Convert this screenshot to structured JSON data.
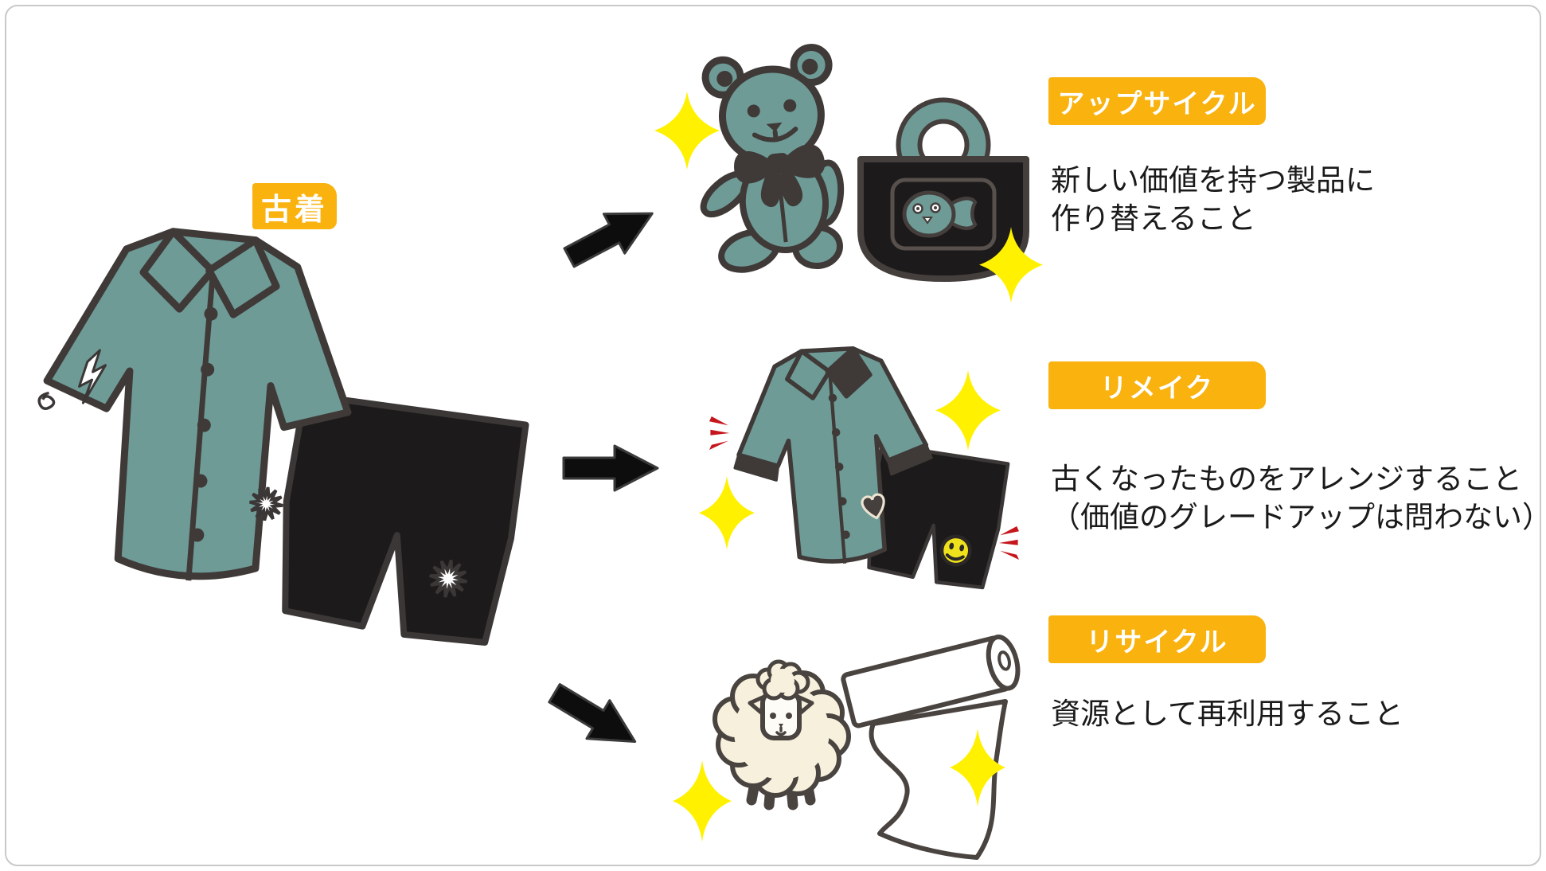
{
  "canvas": {
    "background": "#ffffff",
    "frame_border": "#c9c9c9"
  },
  "colors": {
    "accent": "#F9B20E",
    "teal": "#6F9B97",
    "outline": "#3F3A38",
    "fabric-black": "#1C1A1A",
    "sparkle": "#FFF100",
    "emphasis-red": "#C4161C",
    "cream": "#F7F0DC",
    "smiley-yellow": "#EFE11B",
    "text": "#1A1A1A"
  },
  "source": {
    "label": "古着",
    "items": [
      "old-shirt",
      "old-shorts"
    ]
  },
  "sections": {
    "upcycle": {
      "label": "アップサイクル",
      "desc_lines": [
        "新しい価値を持つ製品に",
        "作り替えること"
      ],
      "items": [
        "teddy-bear",
        "tote-bag"
      ]
    },
    "remake": {
      "label": "リメイク",
      "desc_lines": [
        "古くなったものをアレンジすること",
        "（価値のグレードアップは問わない）"
      ],
      "items": [
        "remade-shirt",
        "remade-shorts"
      ]
    },
    "recycle": {
      "label": "リサイクル",
      "desc_lines": [
        "資源として再利用すること"
      ],
      "items": [
        "sheep",
        "fabric-roll"
      ]
    }
  }
}
